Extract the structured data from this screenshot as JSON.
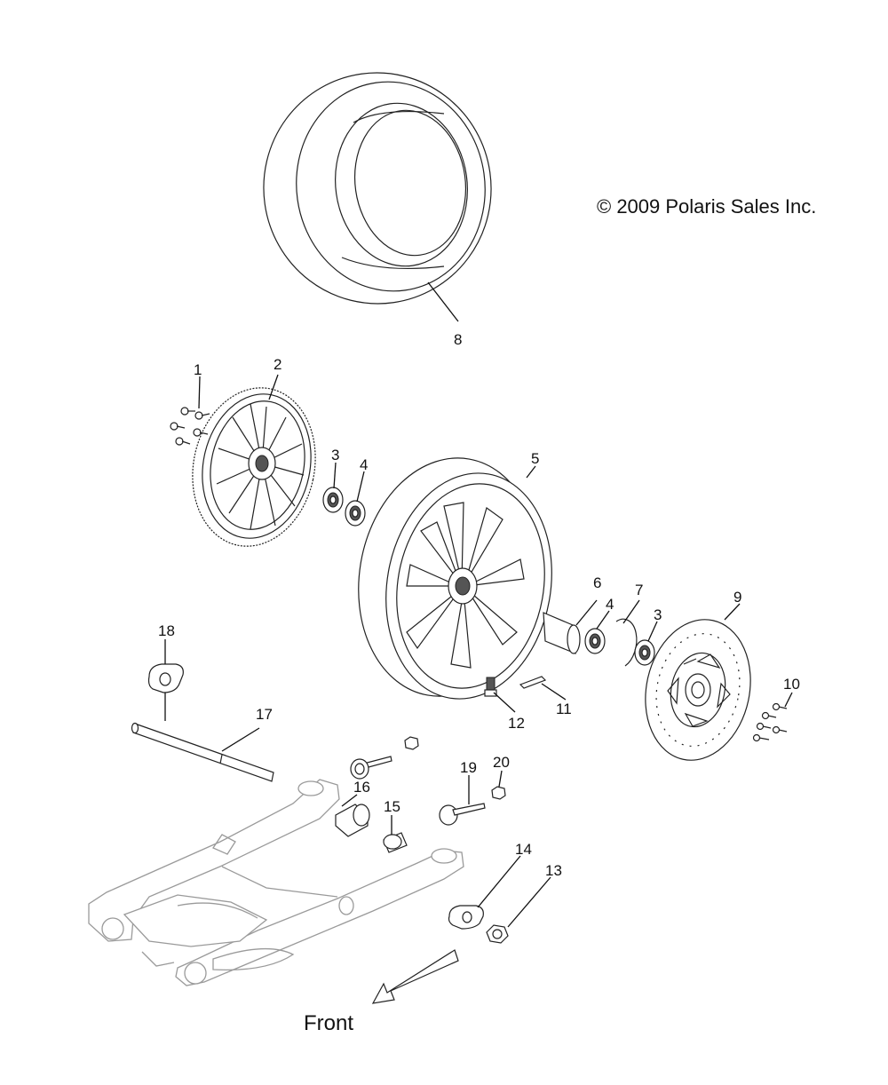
{
  "copyright": "© 2009 Polaris Sales Inc.",
  "direction_label": "Front",
  "callouts": [
    {
      "id": "1",
      "text": "1"
    },
    {
      "id": "2",
      "text": "2"
    },
    {
      "id": "3a",
      "text": "3"
    },
    {
      "id": "4a",
      "text": "4"
    },
    {
      "id": "5",
      "text": "5"
    },
    {
      "id": "6",
      "text": "6"
    },
    {
      "id": "4b",
      "text": "4"
    },
    {
      "id": "7",
      "text": "7"
    },
    {
      "id": "3b",
      "text": "3"
    },
    {
      "id": "8",
      "text": "8"
    },
    {
      "id": "9",
      "text": "9"
    },
    {
      "id": "10",
      "text": "10"
    },
    {
      "id": "11",
      "text": "11"
    },
    {
      "id": "12",
      "text": "12"
    },
    {
      "id": "13",
      "text": "13"
    },
    {
      "id": "14",
      "text": "14"
    },
    {
      "id": "15",
      "text": "15"
    },
    {
      "id": "16",
      "text": "16"
    },
    {
      "id": "17",
      "text": "17"
    },
    {
      "id": "18",
      "text": "18"
    },
    {
      "id": "19",
      "text": "19"
    },
    {
      "id": "20",
      "text": "20"
    }
  ]
}
